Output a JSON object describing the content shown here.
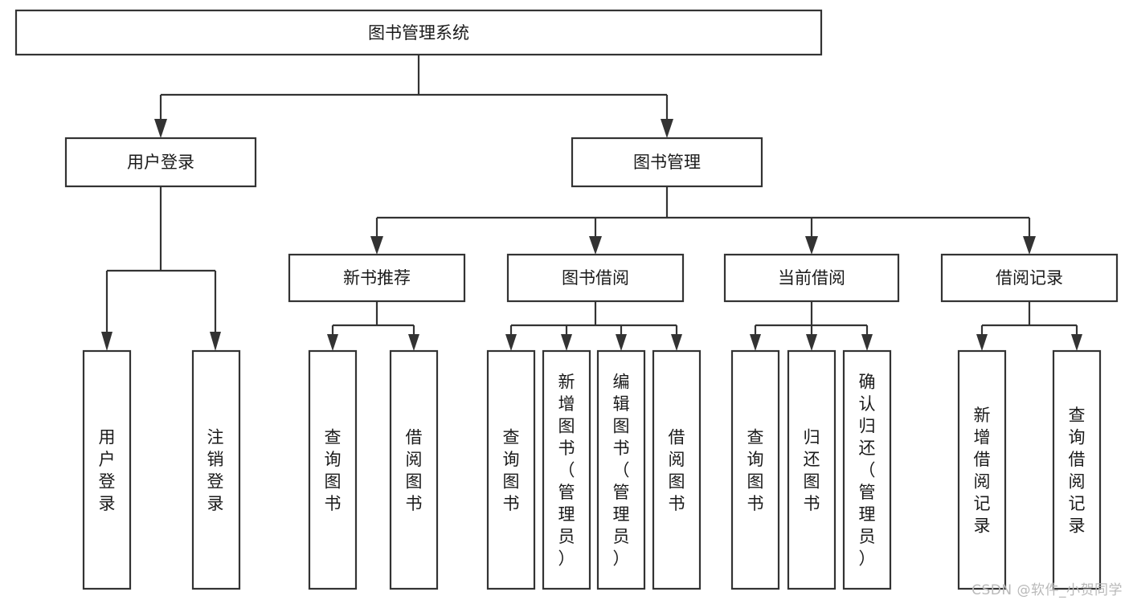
{
  "diagram": {
    "title": "图书管理系统",
    "type": "hierarchy-tree",
    "watermark": "CSDN @软件_小贺同学",
    "colors": {
      "stroke": "#333333",
      "box_fill": "#ffffff",
      "text": "#1a1a1a",
      "background": "#ffffff",
      "watermark": "#b9b9b9"
    },
    "levels": [
      {
        "level": 1,
        "nodes": [
          {
            "id": "root",
            "label": "图书管理系统",
            "orientation": "horizontal"
          }
        ]
      },
      {
        "level": 2,
        "nodes": [
          {
            "id": "user-login",
            "label": "用户登录",
            "orientation": "horizontal",
            "parent": "root"
          },
          {
            "id": "book-manage",
            "label": "图书管理",
            "orientation": "horizontal",
            "parent": "root"
          }
        ]
      },
      {
        "level": 3,
        "nodes": [
          {
            "id": "new-book-rec",
            "label": "新书推荐",
            "orientation": "horizontal",
            "parent": "book-manage"
          },
          {
            "id": "book-borrow",
            "label": "图书借阅",
            "orientation": "horizontal",
            "parent": "book-manage"
          },
          {
            "id": "current-borrow",
            "label": "当前借阅",
            "orientation": "horizontal",
            "parent": "book-manage"
          },
          {
            "id": "borrow-record",
            "label": "借阅记录",
            "orientation": "horizontal",
            "parent": "book-manage"
          }
        ]
      },
      {
        "level": 4,
        "nodes": [
          {
            "id": "leaf-user-login",
            "label": "用户登录",
            "orientation": "vertical",
            "parent": "user-login"
          },
          {
            "id": "leaf-logout",
            "label": "注销登录",
            "orientation": "vertical",
            "parent": "user-login"
          },
          {
            "id": "leaf-query-book-1",
            "label": "查询图书",
            "orientation": "vertical",
            "parent": "new-book-rec"
          },
          {
            "id": "leaf-borrow-book-1",
            "label": "借阅图书",
            "orientation": "vertical",
            "parent": "new-book-rec"
          },
          {
            "id": "leaf-query-book-2",
            "label": "查询图书",
            "orientation": "vertical",
            "parent": "book-borrow"
          },
          {
            "id": "leaf-add-book",
            "label": "新增图书（管理员）",
            "orientation": "vertical",
            "parent": "book-borrow"
          },
          {
            "id": "leaf-edit-book",
            "label": "编辑图书（管理员）",
            "orientation": "vertical",
            "parent": "book-borrow"
          },
          {
            "id": "leaf-borrow-book-2",
            "label": "借阅图书",
            "orientation": "vertical",
            "parent": "book-borrow"
          },
          {
            "id": "leaf-query-book-3",
            "label": "查询图书",
            "orientation": "vertical",
            "parent": "current-borrow"
          },
          {
            "id": "leaf-return-book",
            "label": "归还图书",
            "orientation": "vertical",
            "parent": "current-borrow"
          },
          {
            "id": "leaf-confirm-return",
            "label": "确认归还（管理员）",
            "orientation": "vertical",
            "parent": "current-borrow"
          },
          {
            "id": "leaf-add-record",
            "label": "新增借阅记录",
            "orientation": "vertical",
            "parent": "borrow-record"
          },
          {
            "id": "leaf-query-record",
            "label": "查询借阅记录",
            "orientation": "vertical",
            "parent": "borrow-record"
          }
        ]
      }
    ]
  },
  "labels": {
    "root": "图书管理系统",
    "user_login": "用户登录",
    "book_manage": "图书管理",
    "new_book_rec": "新书推荐",
    "book_borrow": "图书借阅",
    "current_borrow": "当前借阅",
    "borrow_record": "借阅记录",
    "leaf_user_login": "用户登录",
    "leaf_logout": "注销登录",
    "leaf_query_book_1": "查询图书",
    "leaf_borrow_book_1": "借阅图书",
    "leaf_query_book_2": "查询图书",
    "leaf_add_book": "新增图书（管理员）",
    "leaf_edit_book": "编辑图书（管理员）",
    "leaf_borrow_book_2": "借阅图书",
    "leaf_query_book_3": "查询图书",
    "leaf_return_book": "归还图书",
    "leaf_confirm_return": "确认归还（管理员）",
    "leaf_add_record": "新增借阅记录",
    "leaf_query_record": "查询借阅记录",
    "watermark": "CSDN @软件_小贺同学"
  }
}
